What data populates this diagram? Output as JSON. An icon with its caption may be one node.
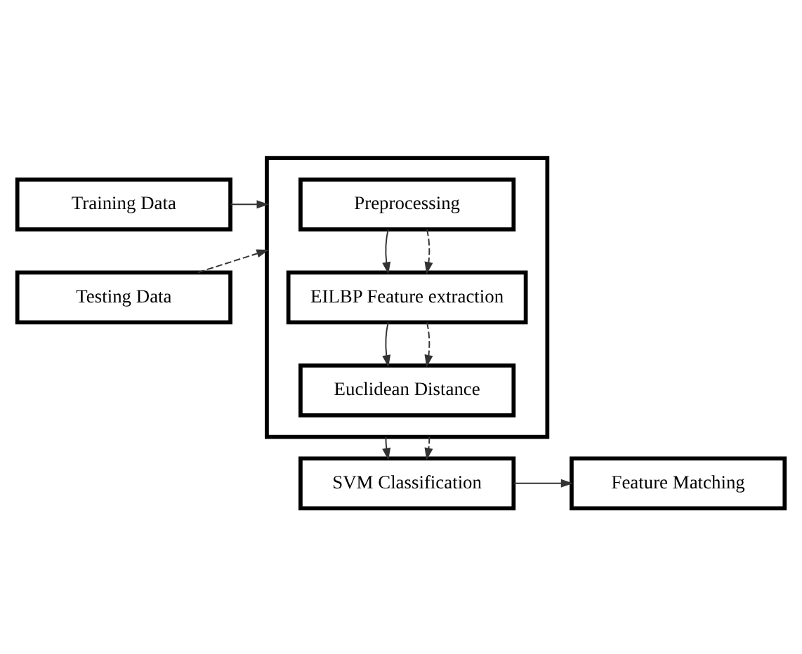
{
  "diagram": {
    "nodes": [
      {
        "text": [
          "Training Data"
        ]
      },
      {
        "text": [
          "Testing Data"
        ]
      },
      {
        "text": [],
        "shape": "box"
      },
      {
        "text": [
          "Preprocessing"
        ],
        "in": 2
      },
      {
        "text": [
          "EILBP Feature extraction"
        ],
        "in": 2
      },
      {
        "text": [
          "Euclidean Distance"
        ],
        "in": 2
      },
      {
        "text": [
          "SVM Classification"
        ]
      },
      {
        "text": [
          "Feature Matching"
        ]
      }
    ],
    "edges": [
      {
        "from": 0,
        "to": 2,
        "arrow": "to"
      },
      {
        "from": 1,
        "to": 2,
        "arrow": "to",
        "style": "dashed"
      },
      {
        "from": 3,
        "to": 4,
        "arrow": "to"
      },
      {
        "from": 3,
        "to": 4,
        "arrow": "to",
        "style": "dashed"
      },
      {
        "from": 4,
        "to": 5,
        "arrow": "to"
      },
      {
        "from": 4,
        "to": 5,
        "arrow": "to",
        "style": "dashed"
      },
      {
        "from": 2,
        "to": 6,
        "arrow": "to"
      },
      {
        "from": 2,
        "to": 6,
        "arrow": "to",
        "style": "dashed"
      },
      {
        "from": 6,
        "to": 7,
        "arrow": "to"
      }
    ]
  }
}
